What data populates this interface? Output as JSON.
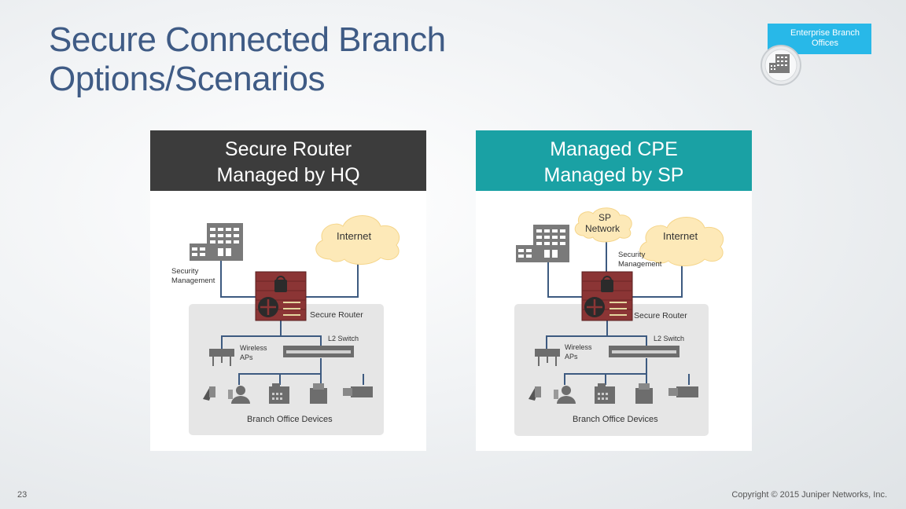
{
  "slide": {
    "title_line1": "Secure Connected Branch",
    "title_line2": "Options/Scenarios",
    "badge_line1": "Enterprise Branch",
    "badge_line2": "Offices",
    "page_number": "23",
    "copyright": "Copyright © 2015 Juniper Networks, Inc."
  },
  "panel_left": {
    "heading_line1": "Secure Router",
    "heading_line2": "Managed by HQ",
    "internet": "Internet",
    "security_line1": "Security",
    "security_line2": "Management",
    "secure_router": "Secure Router",
    "l2_switch": "L2 Switch",
    "wireless_line1": "Wireless",
    "wireless_line2": "APs",
    "branch_devices": "Branch Office Devices"
  },
  "panel_right": {
    "heading_line1": "Managed CPE",
    "heading_line2": "Managed by SP",
    "sp_line1": "SP",
    "sp_line2": "Network",
    "internet": "Internet",
    "security_line1": "Security",
    "security_line2": "Management",
    "secure_router": "Secure Router",
    "l2_switch": "L2 Switch",
    "wireless_line1": "Wireless",
    "wireless_line2": "APs",
    "branch_devices": "Branch Office Devices"
  },
  "colors": {
    "title": "#3f5b85",
    "badge": "#28b8e8",
    "panel_left_header": "#3c3c3c",
    "panel_right_header": "#1aa1a4",
    "network_line": "#3d5a80",
    "cloud": "#fde9b8",
    "router": "#8b3535"
  },
  "icons": [
    "building-icon",
    "cloud-icon",
    "firewall-router-icon",
    "switch-icon",
    "wireless-ap-icon",
    "phone-icon",
    "user-icon",
    "camera-icon"
  ]
}
